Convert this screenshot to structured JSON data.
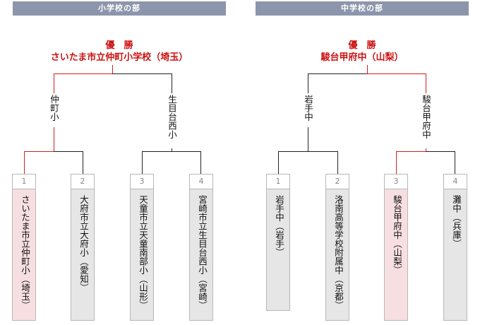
{
  "elementary": {
    "header": "小学校の部",
    "champion_label": "優　勝",
    "champion_name": "さいたま市立仲町小学校（埼玉）",
    "semifinalists": [
      "仲町小",
      "生目台西小"
    ],
    "teams": [
      {
        "seed": "1",
        "name": "さいたま市立仲町小（埼玉）",
        "winner": true
      },
      {
        "seed": "2",
        "name": "大府市立大府小（愛知）",
        "winner": false
      },
      {
        "seed": "3",
        "name": "天童市立天童南部小（山形）",
        "winner": false
      },
      {
        "seed": "4",
        "name": "宮崎市立生目台西小（宮崎）",
        "winner": false
      }
    ]
  },
  "junior_high": {
    "header": "中学校の部",
    "champion_label": "優　勝",
    "champion_name": "駿台甲府中（山梨）",
    "semifinalists": [
      "岩手中",
      "駿台甲府中"
    ],
    "teams": [
      {
        "seed": "1",
        "name": "岩手中（岩手）",
        "winner": false
      },
      {
        "seed": "2",
        "name": "洛南高等学校附属中（京都）",
        "winner": false
      },
      {
        "seed": "3",
        "name": "駿台甲府中（山梨）",
        "winner": true
      },
      {
        "seed": "4",
        "name": "灘中（兵庫）",
        "winner": false
      }
    ]
  },
  "colors": {
    "header_bg": "#8c95ab",
    "winner_line": "#cc2222",
    "winner_card": "#f7dfe1",
    "card": "#e6e6e6"
  }
}
